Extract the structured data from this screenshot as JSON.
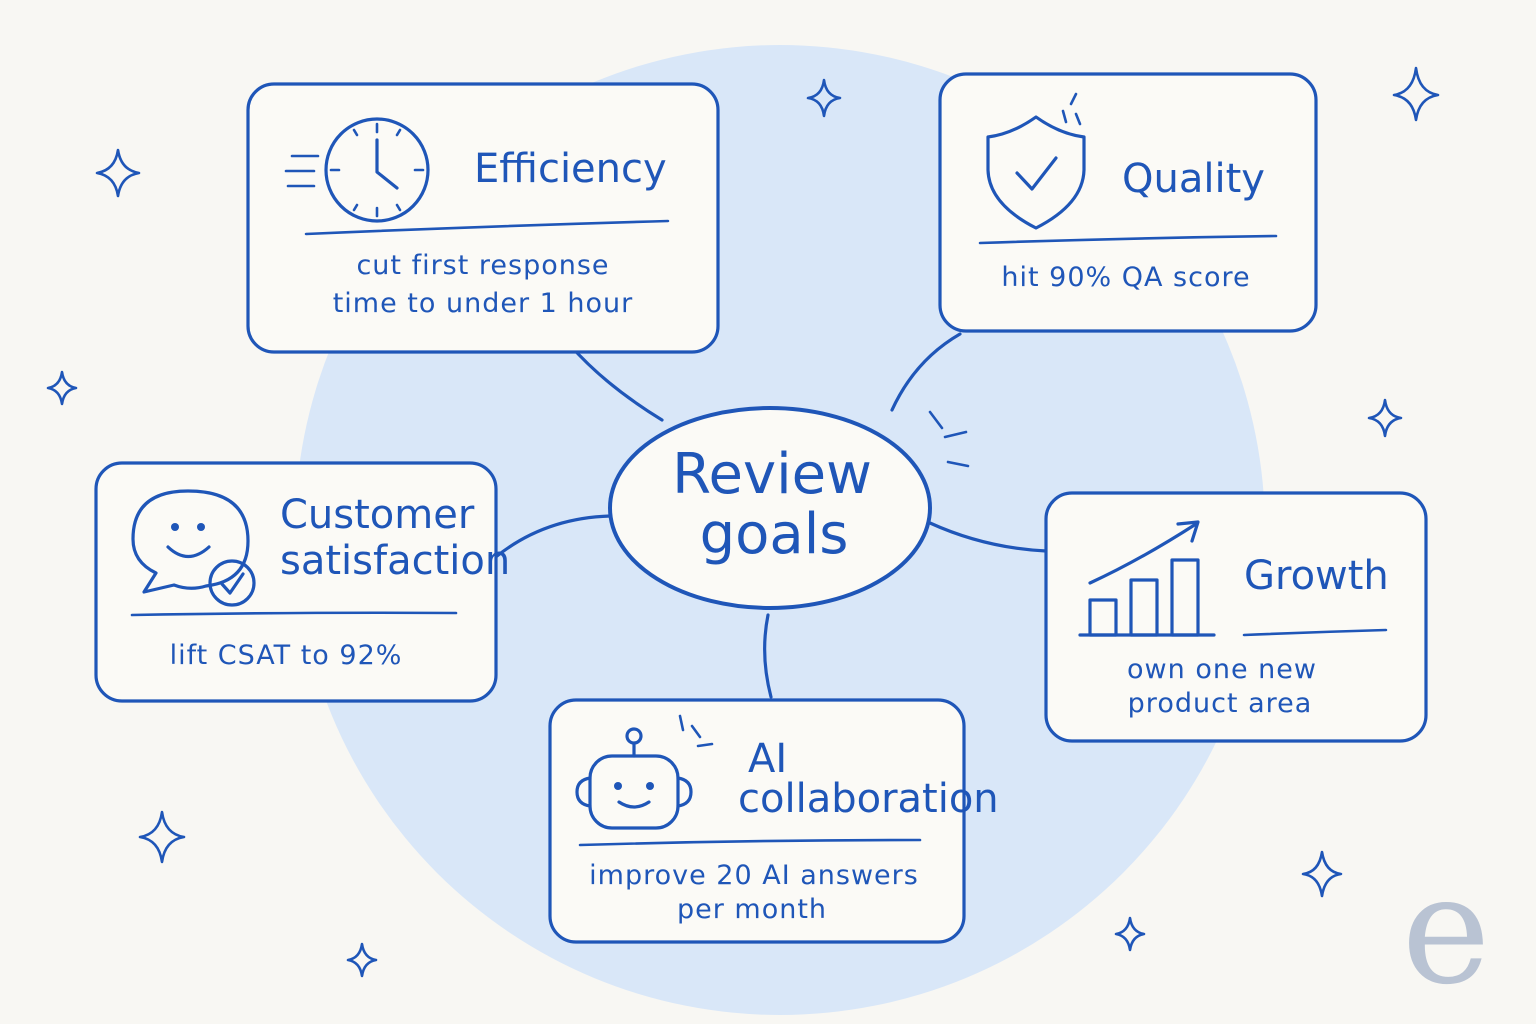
{
  "center": {
    "line1": "Review",
    "line2": "goals"
  },
  "goals": {
    "efficiency": {
      "title": "Efficiency",
      "desc_line1": "cut first response",
      "desc_line2": "time to under 1 hour",
      "icon": "clock-icon"
    },
    "quality": {
      "title": "Quality",
      "desc_line1": "hit 90% QA score",
      "icon": "shield-check-icon"
    },
    "customer_satisfaction": {
      "title_line1": "Customer",
      "title_line2": "satisfaction",
      "desc_line1": "lift CSAT to 92%",
      "icon": "smiley-chat-icon"
    },
    "growth": {
      "title": "Growth",
      "desc_line1": "own one new",
      "desc_line2": "product area",
      "icon": "bar-chart-growth-icon"
    },
    "ai_collaboration": {
      "title_line1": "AI",
      "title_line2": "collaboration",
      "desc_line1": "improve 20 AI answers",
      "desc_line2": "per month",
      "icon": "robot-icon"
    }
  },
  "colors": {
    "ink": "#1f56b8",
    "background": "#f8f7f3",
    "circle": "#d9e7f8",
    "card": "#fbfaf6",
    "watermark": "#b9c3d3"
  },
  "watermark": {
    "letter": "e"
  }
}
